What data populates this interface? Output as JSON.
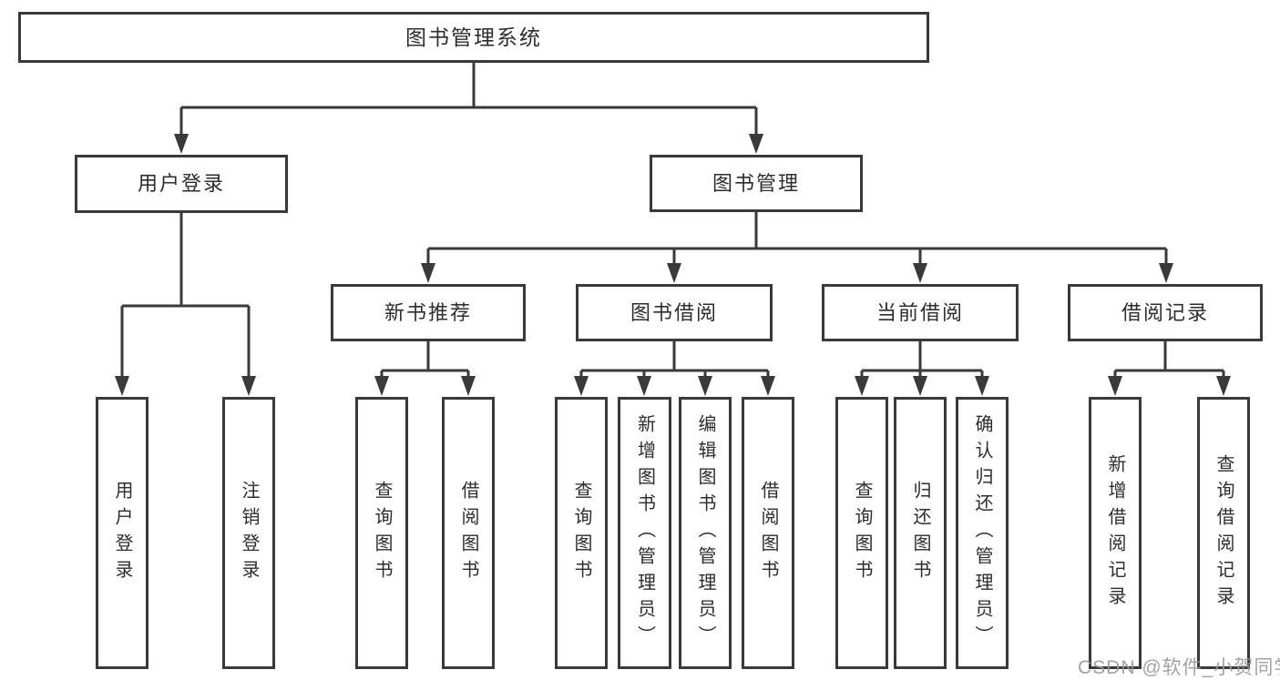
{
  "colors": {
    "line": "#3a3a3a",
    "box_border": "#3a3a3a",
    "text": "#2d2d2d",
    "watermark": "#9b9b9b",
    "background": "#ffffff"
  },
  "watermark": {
    "text": "CSDN @软件_小贺同学"
  },
  "tree": {
    "root": {
      "label": "图书管理系统",
      "children": [
        {
          "label": "用户登录",
          "children": [
            {
              "label": "用户登录"
            },
            {
              "label": "注销登录"
            }
          ]
        },
        {
          "label": "图书管理",
          "children": [
            {
              "label": "新书推荐",
              "children": [
                {
                  "label": "查询图书"
                },
                {
                  "label": "借阅图书"
                }
              ]
            },
            {
              "label": "图书借阅",
              "children": [
                {
                  "label": "查询图书"
                },
                {
                  "label": "新增图书（管理员）"
                },
                {
                  "label": "编辑图书（管理员）"
                },
                {
                  "label": "借阅图书"
                }
              ]
            },
            {
              "label": "当前借阅",
              "children": [
                {
                  "label": "查询图书"
                },
                {
                  "label": "归还图书"
                },
                {
                  "label": "确认归还（管理员）"
                }
              ]
            },
            {
              "label": "借阅记录",
              "children": [
                {
                  "label": "新增借阅记录"
                },
                {
                  "label": "查询借阅记录"
                }
              ]
            }
          ]
        }
      ]
    }
  }
}
